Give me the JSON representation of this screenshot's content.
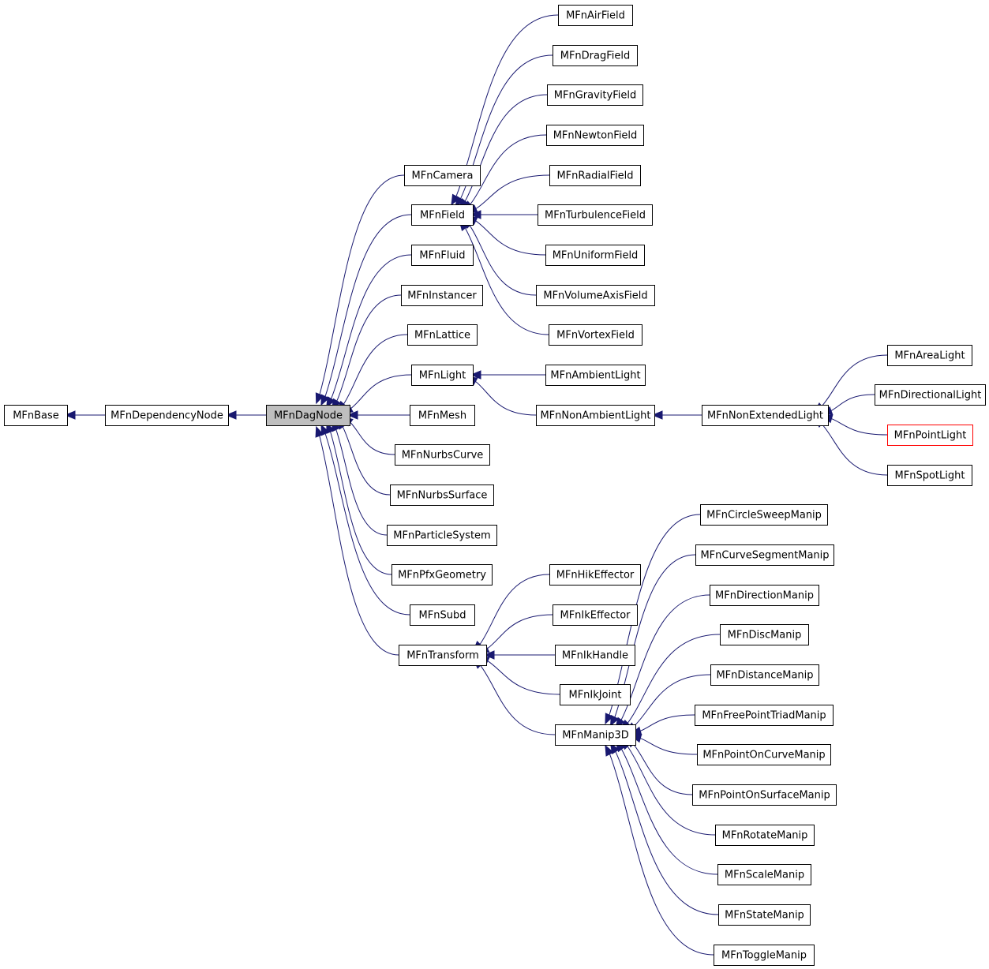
{
  "diagram": {
    "type": "class-hierarchy",
    "current": "MFnDagNode",
    "highlighted": "MFnPointLight",
    "nodes": [
      {
        "id": "MFnBase",
        "label": "MFnBase"
      },
      {
        "id": "MFnDependencyNode",
        "label": "MFnDependencyNode"
      },
      {
        "id": "MFnDagNode",
        "label": "MFnDagNode"
      },
      {
        "id": "MFnCamera",
        "label": "MFnCamera"
      },
      {
        "id": "MFnField",
        "label": "MFnField"
      },
      {
        "id": "MFnFluid",
        "label": "MFnFluid"
      },
      {
        "id": "MFnInstancer",
        "label": "MFnInstancer"
      },
      {
        "id": "MFnLattice",
        "label": "MFnLattice"
      },
      {
        "id": "MFnLight",
        "label": "MFnLight"
      },
      {
        "id": "MFnMesh",
        "label": "MFnMesh"
      },
      {
        "id": "MFnNurbsCurve",
        "label": "MFnNurbsCurve"
      },
      {
        "id": "MFnNurbsSurface",
        "label": "MFnNurbsSurface"
      },
      {
        "id": "MFnParticleSystem",
        "label": "MFnParticleSystem"
      },
      {
        "id": "MFnPfxGeometry",
        "label": "MFnPfxGeometry"
      },
      {
        "id": "MFnSubd",
        "label": "MFnSubd"
      },
      {
        "id": "MFnTransform",
        "label": "MFnTransform"
      },
      {
        "id": "MFnAirField",
        "label": "MFnAirField"
      },
      {
        "id": "MFnDragField",
        "label": "MFnDragField"
      },
      {
        "id": "MFnGravityField",
        "label": "MFnGravityField"
      },
      {
        "id": "MFnNewtonField",
        "label": "MFnNewtonField"
      },
      {
        "id": "MFnRadialField",
        "label": "MFnRadialField"
      },
      {
        "id": "MFnTurbulenceField",
        "label": "MFnTurbulenceField"
      },
      {
        "id": "MFnUniformField",
        "label": "MFnUniformField"
      },
      {
        "id": "MFnVolumeAxisField",
        "label": "MFnVolumeAxisField"
      },
      {
        "id": "MFnVortexField",
        "label": "MFnVortexField"
      },
      {
        "id": "MFnAmbientLight",
        "label": "MFnAmbientLight"
      },
      {
        "id": "MFnNonAmbientLight",
        "label": "MFnNonAmbientLight"
      },
      {
        "id": "MFnNonExtendedLight",
        "label": "MFnNonExtendedLight"
      },
      {
        "id": "MFnAreaLight",
        "label": "MFnAreaLight"
      },
      {
        "id": "MFnDirectionalLight",
        "label": "MFnDirectionalLight"
      },
      {
        "id": "MFnPointLight",
        "label": "MFnPointLight"
      },
      {
        "id": "MFnSpotLight",
        "label": "MFnSpotLight"
      },
      {
        "id": "MFnHikEffector",
        "label": "MFnHikEffector"
      },
      {
        "id": "MFnIkEffector",
        "label": "MFnIkEffector"
      },
      {
        "id": "MFnIkHandle",
        "label": "MFnIkHandle"
      },
      {
        "id": "MFnIkJoint",
        "label": "MFnIkJoint"
      },
      {
        "id": "MFnManip3D",
        "label": "MFnManip3D"
      },
      {
        "id": "MFnCircleSweepManip",
        "label": "MFnCircleSweepManip"
      },
      {
        "id": "MFnCurveSegmentManip",
        "label": "MFnCurveSegmentManip"
      },
      {
        "id": "MFnDirectionManip",
        "label": "MFnDirectionManip"
      },
      {
        "id": "MFnDiscManip",
        "label": "MFnDiscManip"
      },
      {
        "id": "MFnDistanceManip",
        "label": "MFnDistanceManip"
      },
      {
        "id": "MFnFreePointTriadManip",
        "label": "MFnFreePointTriadManip"
      },
      {
        "id": "MFnPointOnCurveManip",
        "label": "MFnPointOnCurveManip"
      },
      {
        "id": "MFnPointOnSurfaceManip",
        "label": "MFnPointOnSurfaceManip"
      },
      {
        "id": "MFnRotateManip",
        "label": "MFnRotateManip"
      },
      {
        "id": "MFnScaleManip",
        "label": "MFnScaleManip"
      },
      {
        "id": "MFnStateManip",
        "label": "MFnStateManip"
      },
      {
        "id": "MFnToggleManip",
        "label": "MFnToggleManip"
      }
    ],
    "edges": [
      {
        "from": "MFnDependencyNode",
        "to": "MFnBase"
      },
      {
        "from": "MFnDagNode",
        "to": "MFnDependencyNode"
      },
      {
        "from": "MFnCamera",
        "to": "MFnDagNode"
      },
      {
        "from": "MFnField",
        "to": "MFnDagNode"
      },
      {
        "from": "MFnFluid",
        "to": "MFnDagNode"
      },
      {
        "from": "MFnInstancer",
        "to": "MFnDagNode"
      },
      {
        "from": "MFnLattice",
        "to": "MFnDagNode"
      },
      {
        "from": "MFnLight",
        "to": "MFnDagNode"
      },
      {
        "from": "MFnMesh",
        "to": "MFnDagNode"
      },
      {
        "from": "MFnNurbsCurve",
        "to": "MFnDagNode"
      },
      {
        "from": "MFnNurbsSurface",
        "to": "MFnDagNode"
      },
      {
        "from": "MFnParticleSystem",
        "to": "MFnDagNode"
      },
      {
        "from": "MFnPfxGeometry",
        "to": "MFnDagNode"
      },
      {
        "from": "MFnSubd",
        "to": "MFnDagNode"
      },
      {
        "from": "MFnTransform",
        "to": "MFnDagNode"
      },
      {
        "from": "MFnAirField",
        "to": "MFnField"
      },
      {
        "from": "MFnDragField",
        "to": "MFnField"
      },
      {
        "from": "MFnGravityField",
        "to": "MFnField"
      },
      {
        "from": "MFnNewtonField",
        "to": "MFnField"
      },
      {
        "from": "MFnRadialField",
        "to": "MFnField"
      },
      {
        "from": "MFnTurbulenceField",
        "to": "MFnField"
      },
      {
        "from": "MFnUniformField",
        "to": "MFnField"
      },
      {
        "from": "MFnVolumeAxisField",
        "to": "MFnField"
      },
      {
        "from": "MFnVortexField",
        "to": "MFnField"
      },
      {
        "from": "MFnAmbientLight",
        "to": "MFnLight"
      },
      {
        "from": "MFnNonAmbientLight",
        "to": "MFnLight"
      },
      {
        "from": "MFnNonExtendedLight",
        "to": "MFnNonAmbientLight"
      },
      {
        "from": "MFnAreaLight",
        "to": "MFnNonExtendedLight"
      },
      {
        "from": "MFnDirectionalLight",
        "to": "MFnNonExtendedLight"
      },
      {
        "from": "MFnPointLight",
        "to": "MFnNonExtendedLight"
      },
      {
        "from": "MFnSpotLight",
        "to": "MFnNonExtendedLight"
      },
      {
        "from": "MFnHikEffector",
        "to": "MFnTransform"
      },
      {
        "from": "MFnIkEffector",
        "to": "MFnTransform"
      },
      {
        "from": "MFnIkHandle",
        "to": "MFnTransform"
      },
      {
        "from": "MFnIkJoint",
        "to": "MFnTransform"
      },
      {
        "from": "MFnManip3D",
        "to": "MFnTransform"
      },
      {
        "from": "MFnCircleSweepManip",
        "to": "MFnManip3D"
      },
      {
        "from": "MFnCurveSegmentManip",
        "to": "MFnManip3D"
      },
      {
        "from": "MFnDirectionManip",
        "to": "MFnManip3D"
      },
      {
        "from": "MFnDiscManip",
        "to": "MFnManip3D"
      },
      {
        "from": "MFnDistanceManip",
        "to": "MFnManip3D"
      },
      {
        "from": "MFnFreePointTriadManip",
        "to": "MFnManip3D"
      },
      {
        "from": "MFnPointOnCurveManip",
        "to": "MFnManip3D"
      },
      {
        "from": "MFnPointOnSurfaceManip",
        "to": "MFnManip3D"
      },
      {
        "from": "MFnRotateManip",
        "to": "MFnManip3D"
      },
      {
        "from": "MFnScaleManip",
        "to": "MFnManip3D"
      },
      {
        "from": "MFnStateManip",
        "to": "MFnManip3D"
      },
      {
        "from": "MFnToggleManip",
        "to": "MFnManip3D"
      }
    ]
  }
}
